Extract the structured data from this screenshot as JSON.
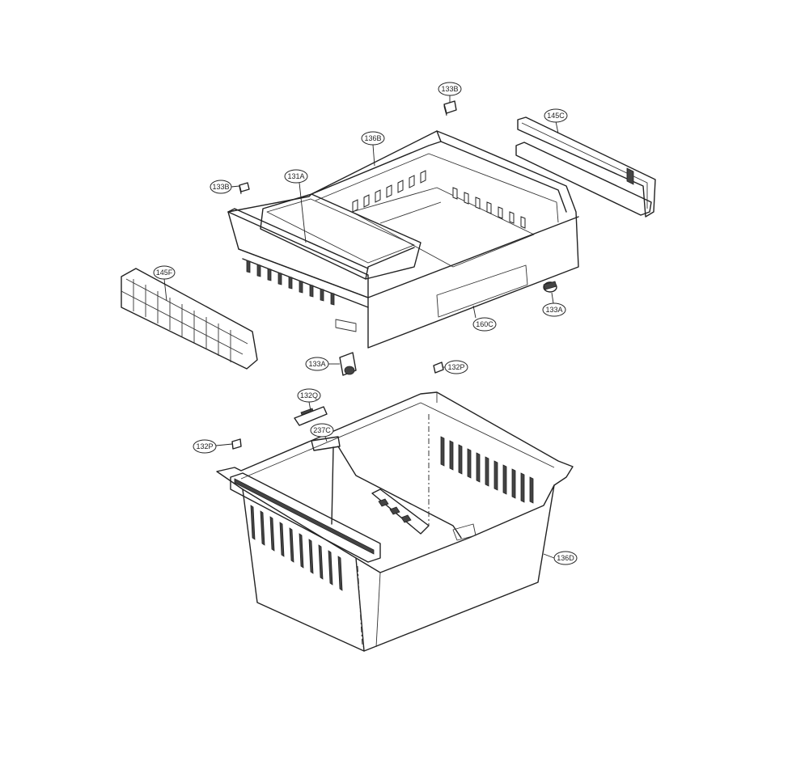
{
  "diagram": {
    "parts": [
      {
        "id": "upper-tray",
        "label": "136B"
      },
      {
        "id": "small-bin",
        "label": "131A"
      },
      {
        "id": "clip-left",
        "label": "133B"
      },
      {
        "id": "clip-top",
        "label": "133B"
      },
      {
        "id": "rail-right",
        "label": "145C"
      },
      {
        "id": "rail-left",
        "label": "145F"
      },
      {
        "id": "tray-cover",
        "label": "160C"
      },
      {
        "id": "roller-right",
        "label": "133A"
      },
      {
        "id": "roller-left",
        "label": "133A"
      },
      {
        "id": "stopper-right",
        "label": "132P"
      },
      {
        "id": "stopper-left",
        "label": "132P"
      },
      {
        "id": "guide",
        "label": "132Q"
      },
      {
        "id": "divider",
        "label": "237C"
      },
      {
        "id": "lower-basket",
        "label": "136D"
      }
    ]
  }
}
